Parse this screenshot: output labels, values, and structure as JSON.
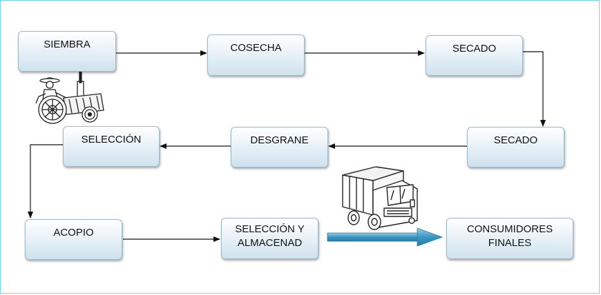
{
  "nodes": {
    "siembra": "SIEMBRA",
    "cosecha": "COSECHA",
    "secado_top": "SECADO",
    "secado_right": "SECADO",
    "desgrane": "DESGRANE",
    "seleccion": "SELECCIÓN",
    "acopio": "ACOPIO",
    "seleccion_almacenad_line1": "SELECCIÓN Y",
    "seleccion_almacenad_line2": "ALMACENAD",
    "consumidores_line1": "CONSUMIDORES",
    "consumidores_line2": "FINALES"
  },
  "icons": {
    "tractor": "tractor-icon",
    "truck": "truck-icon"
  },
  "colors": {
    "frame_border": "#7ccfe0",
    "box_top": "#ffffff",
    "box_bottom": "#cfe2ee",
    "thick_arrow": "#4aa3c9"
  }
}
